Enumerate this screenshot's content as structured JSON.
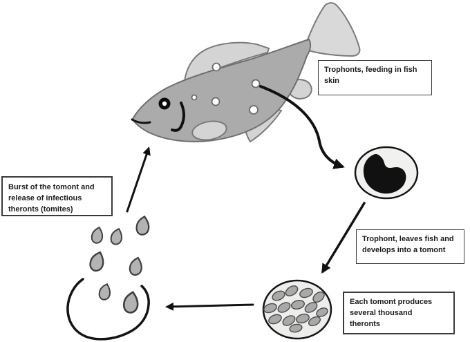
{
  "diagram": {
    "subject": "fish-parasite-life-cycle",
    "background": "#ffffff",
    "colors": {
      "ink": "#111111",
      "fish_body": "#ababab",
      "fish_fin": "#d7d7d7",
      "fish_outline": "#757575",
      "stage_circle_fill": "#f1f1ef",
      "stage_circle_stroke": "#141414",
      "theront_fill": "#b3b3b3",
      "theront_stroke": "#3f3f3f",
      "spot_fill": "#ffffff",
      "box_border": "#3a3a3a",
      "text": "#1c1c1c"
    },
    "callouts": [
      {
        "id": "trophonts-feeding",
        "text": "Trophonts, feeding in fish skin",
        "lines": [
          "Trophonts, feeding in fish",
          "skin"
        ]
      },
      {
        "id": "trophont-leaves",
        "text": "Trophont, leaves fish and develops into a tomont",
        "lines": [
          "Trophont, leaves fish and",
          "develops into a tomont"
        ]
      },
      {
        "id": "each-tomont",
        "text": "Each tomont produces several thousand theronts",
        "lines": [
          "Each tomont produces",
          "several thousand",
          "theronts"
        ]
      },
      {
        "id": "burst-tomont",
        "text": "Burst of the tomont and release of infectious theronts (tomites)",
        "lines": [
          "Burst of the tomont and",
          "release of infectious",
          "theronts (tomites)"
        ]
      }
    ],
    "stages": [
      {
        "name": "trophonts-on-fish",
        "element": "fish-with-white-spots"
      },
      {
        "name": "trophont",
        "element": "circle-with-dark-cell"
      },
      {
        "name": "tomont",
        "element": "circle-with-many-theronts"
      },
      {
        "name": "burst-tomont",
        "element": "open-membrane-with-released-theronts"
      }
    ],
    "counts": {
      "white_spots_on_fish": 5,
      "released_theronts": 7,
      "theronts_inside_tomont": 14
    }
  }
}
